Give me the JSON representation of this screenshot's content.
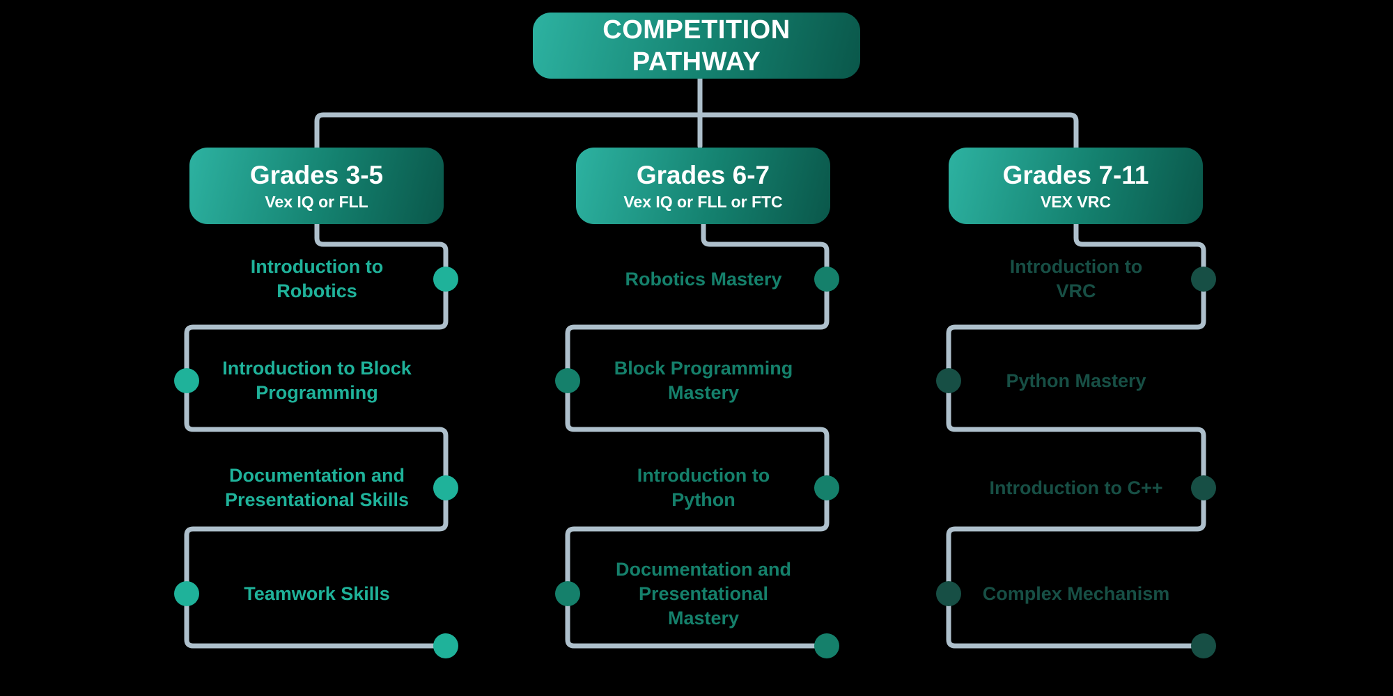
{
  "page": {
    "background_color": "#000000",
    "connector_color": "#AEC0CC",
    "node_gradient_from": "#2DB2A1",
    "node_gradient_to": "#0A574A",
    "node_text_color": "#FFFFFF"
  },
  "title": {
    "text": "COMPETITION\nPATHWAY"
  },
  "columns": [
    {
      "title": "Grades 3-5",
      "subtitle": "Vex IQ or FLL",
      "accent_color": "#1FB29A",
      "steps": [
        {
          "label": "Introduction to\nRobotics"
        },
        {
          "label": "Introduction to Block\nProgramming"
        },
        {
          "label": "Documentation and\nPresentational Skills"
        },
        {
          "label": "Teamwork Skills"
        }
      ]
    },
    {
      "title": "Grades 6-7",
      "subtitle": "Vex IQ or FLL or FTC",
      "accent_color": "#15806B",
      "steps": [
        {
          "label": "Robotics Mastery"
        },
        {
          "label": "Block Programming\nMastery"
        },
        {
          "label": "Introduction to\nPython"
        },
        {
          "label": "Documentation and\nPresentational\nMastery"
        }
      ]
    },
    {
      "title": "Grades 7-11",
      "subtitle": "VEX VRC",
      "accent_color": "#174F45",
      "steps": [
        {
          "label": "Introduction to\nVRC"
        },
        {
          "label": "Python Mastery"
        },
        {
          "label": "Introduction to C++"
        },
        {
          "label": "Complex Mechanism"
        }
      ]
    }
  ]
}
